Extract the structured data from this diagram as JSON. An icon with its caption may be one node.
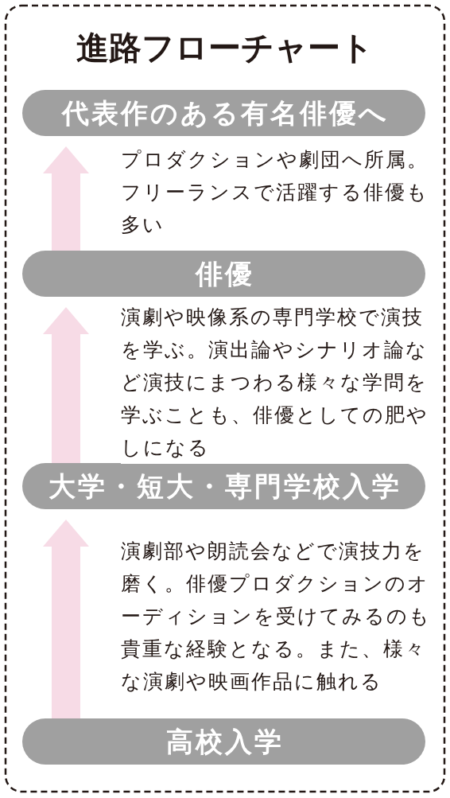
{
  "diagram": {
    "title": "進路フローチャート",
    "nodes": [
      {
        "text": [
          "代表作のある有名俳優へ"
        ]
      },
      {
        "text": [
          "俳優"
        ]
      },
      {
        "text": [
          "大学・短大・専門学校入学"
        ]
      },
      {
        "text": [
          "高校入学"
        ]
      }
    ],
    "edges": [
      {
        "from": 1,
        "to": 0,
        "arrow": "to",
        "label": "プロダクションや劇団へ所属。フリーランスで活躍する俳優も多い"
      },
      {
        "from": 2,
        "to": 1,
        "arrow": "to",
        "label": "演劇や映像系の専門学校で演技を学ぶ。演出論やシナリオ論など演技にまつわる様々な学問を学ぶことも、俳優としての肥やしになる"
      },
      {
        "from": 3,
        "to": 2,
        "arrow": "to",
        "label": "演劇部や朗読会などで演技力を磨く。俳優プロダクションのオーディションを受けてみるのも貴重な経験となる。また、様々な演劇や映画作品に触れる"
      }
    ]
  }
}
